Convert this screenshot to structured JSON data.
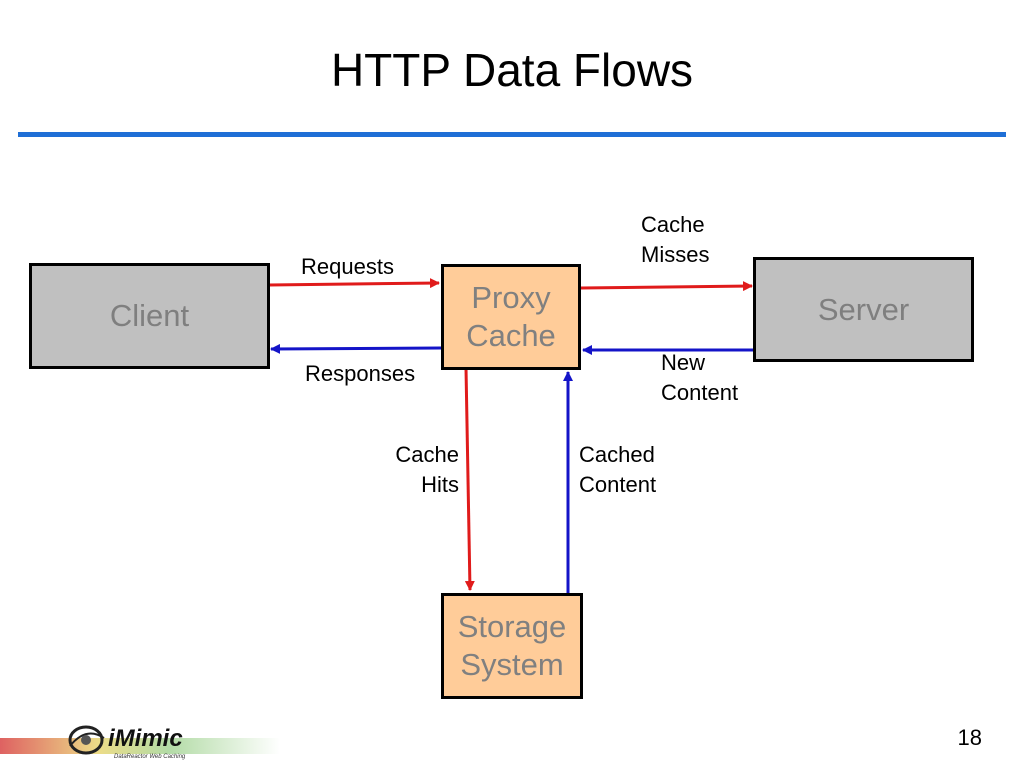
{
  "slide": {
    "title": "HTTP Data Flows",
    "page_number": "18"
  },
  "nodes": {
    "client": "Client",
    "proxy": "Proxy\nCache",
    "server": "Server",
    "storage": "Storage\nSystem"
  },
  "edges": {
    "requests": "Requests",
    "responses": "Responses",
    "cache_misses": "Cache\nMisses",
    "new_content": "New\nContent",
    "cache_hits": "Cache\nHits",
    "cached_content": "Cached\nContent"
  },
  "logo": {
    "brand": "iMimic",
    "tagline": "DataReactor Web Caching"
  },
  "colors": {
    "accent_rule": "#1f6fd6",
    "request_arrow": "#e01b1b",
    "response_arrow": "#1414c8",
    "node_grey": "#c0c0c0",
    "node_orange": "#ffcc99"
  }
}
